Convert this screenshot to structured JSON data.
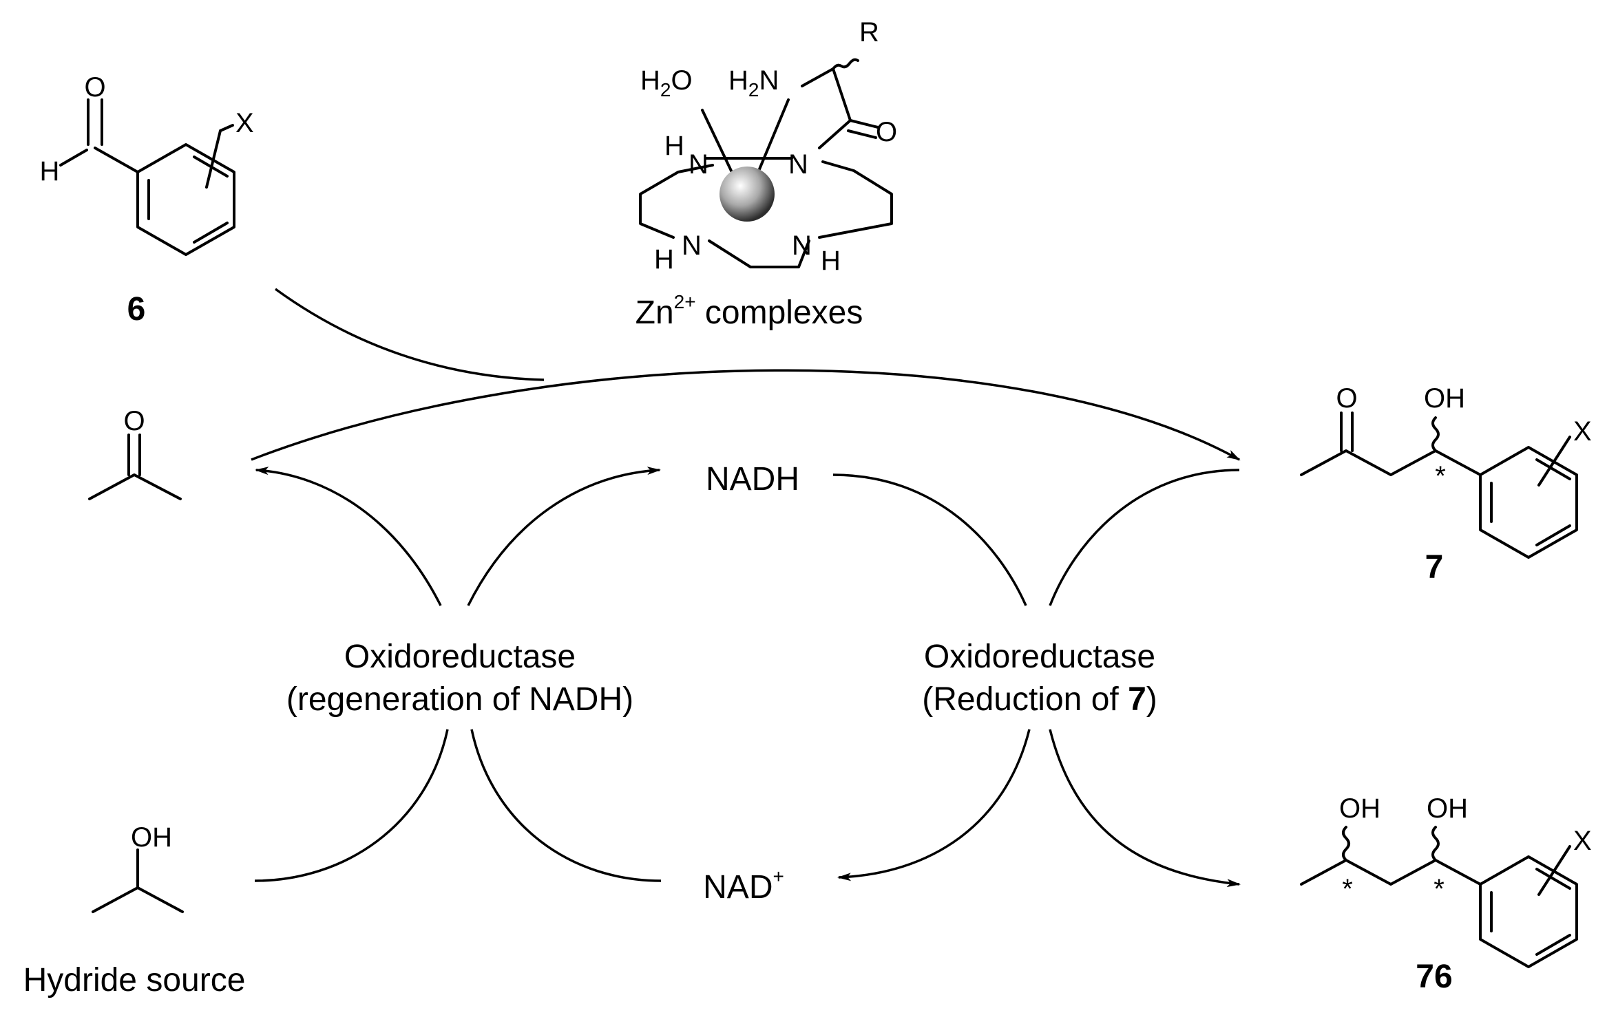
{
  "compounds": {
    "benzaldehyde_id": "6",
    "aldol_id": "7",
    "diol_id": "76"
  },
  "catalyst": {
    "label_prefix": "Zn",
    "charge": "2+",
    "label_suffix": " complexes",
    "atom_R": "R",
    "atom_H2O_a": "H",
    "atom_H2O_sub": "2",
    "atom_H2O_b": "O",
    "atom_H2N_a": "H",
    "atom_H2N_sub": "2",
    "atom_H2N_b": "N",
    "atom_O": "O",
    "atom_H_top": "H",
    "atom_N1": "N",
    "atom_N2": "N",
    "atom_N3": "N",
    "atom_N4": "N",
    "atom_H_left": "H",
    "atom_H_right": "H"
  },
  "atoms": {
    "carbonyl_O": "O",
    "aldehyde_H": "H",
    "substituent_X": "X",
    "acetone_O": "O",
    "isopropanol_OH": "OH",
    "aldol_O": "O",
    "aldol_OH": "OH",
    "aldol_X": "X",
    "aldol_star": "*",
    "diol_OH1": "OH",
    "diol_OH2": "OH",
    "diol_X": "X",
    "diol_star1": "*",
    "diol_star2": "*"
  },
  "cofactors": {
    "nadh": "NADH",
    "nad_prefix": "NAD",
    "nad_charge": "+"
  },
  "enzymes": {
    "left_line1": "Oxidoreductase",
    "left_line2": "(regeneration of NADH)",
    "right_line1": "Oxidoreductase",
    "right_line2_prefix": "(Reduction of ",
    "right_line2_bold": "7",
    "right_line2_suffix": ")"
  },
  "hydride_source": "Hydride source"
}
